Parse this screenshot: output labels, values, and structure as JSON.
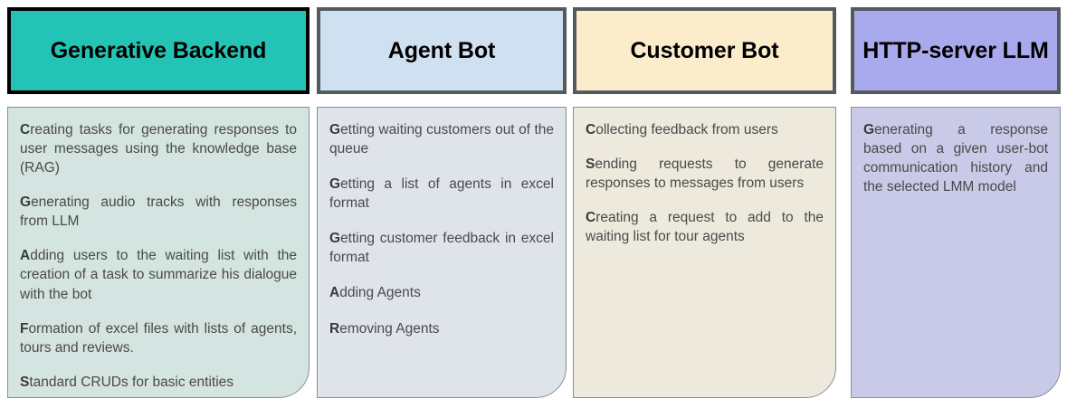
{
  "diagram": {
    "type": "four-column-feature-panel",
    "columns": [
      {
        "id": "generative-backend",
        "title": "Generative Backend",
        "header_color": "#23c4b5",
        "header_border_color": "#000000",
        "body_color": "#d4e4e0",
        "items": [
          {
            "lead": "C",
            "rest": "reating tasks for generating responses to user messages using the knowledge base (RAG)"
          },
          {
            "lead": "G",
            "rest": "enerating audio tracks with responses from LLM"
          },
          {
            "lead": "A",
            "rest": "dding users to the waiting list with the creation of a task to summarize his dialogue with the bot"
          },
          {
            "lead": "F",
            "rest": "ormation of excel files with lists of agents, tours and reviews."
          },
          {
            "lead": "S",
            "rest": "tandard CRUDs for basic entities"
          }
        ]
      },
      {
        "id": "agent-bot",
        "title": "Agent Bot",
        "header_color": "#cfe0f0",
        "header_border_color": "#555a5f",
        "body_color": "#dfe3ea",
        "items": [
          {
            "lead": "G",
            "rest": "etting waiting customers out of the queue"
          },
          {
            "lead": "G",
            "rest": "etting a list of agents in excel format"
          },
          {
            "lead": "G",
            "rest": "etting customer feedback in excel format"
          },
          {
            "lead": "A",
            "rest": "dding Agents"
          },
          {
            "lead": "R",
            "rest": "emoving Agents"
          }
        ]
      },
      {
        "id": "customer-bot",
        "title": "Customer Bot",
        "header_color": "#fbeccb",
        "header_border_color": "#555a5f",
        "body_color": "#eee9dd",
        "items": [
          {
            "lead": "C",
            "rest": "ollecting feedback from users"
          },
          {
            "lead": "S",
            "rest": "ending requests to generate responses to messages from users"
          },
          {
            "lead": "C",
            "rest": "reating a request to add to the waiting list for tour agents"
          }
        ]
      },
      {
        "id": "http-server-llm",
        "title": "HTTP-server LLM",
        "header_color": "#a9a9ee",
        "header_border_color": "#555a5f",
        "body_color": "#c9c9e8",
        "items": [
          {
            "lead": "G",
            "rest": "enerating a response based on a given user-bot communication history and the selected LMM model"
          }
        ]
      }
    ]
  }
}
